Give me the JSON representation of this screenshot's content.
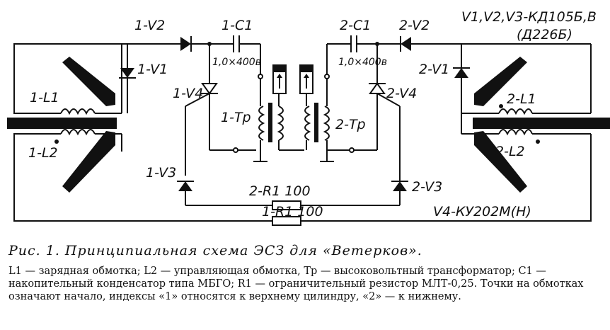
{
  "diagram": {
    "labels": {
      "v2_left": "1-V2",
      "c1_left": "1-C1",
      "c1_left_value": "1,0×400в",
      "v1_left": "1-V1",
      "v4_left": "1-V4",
      "l1_left": "1-L1",
      "l2_left": "1-L2",
      "tp_left": "1-Тр",
      "v3_left": "1-V3",
      "r1_upper": "2-R1 100",
      "r1_lower": "1-R1 100",
      "c1_right": "2-C1",
      "c1_right_value": "1,0×400в",
      "v2_right": "2-V2",
      "v1_right": "2-V1",
      "v4_right": "2-V4",
      "l1_right": "2-L1",
      "l2_right": "2-L2",
      "tp_right": "2-Тр",
      "v3_right": "2-V3",
      "note_top_right_1": "V1,V2,V3-КД105Б,В",
      "note_top_right_2": "(Д226Б)",
      "note_bottom_right": "V4-КУ202М(Н)"
    }
  },
  "caption": {
    "title": "Рис. 1. Принципиальная схема ЭСЗ для «Ветерков».",
    "legend": "L1 — зарядная обмотка; L2 — управляющая обмотка, Тр — высоковольтный трансформатор; C1 — накопительный конденсатор типа МБГО; R1 — ограничительный резистор МЛТ-0,25. Точки на обмотках означают начало, индексы «1» относятся к верхнему цилиндру, «2» — к нижнему."
  }
}
